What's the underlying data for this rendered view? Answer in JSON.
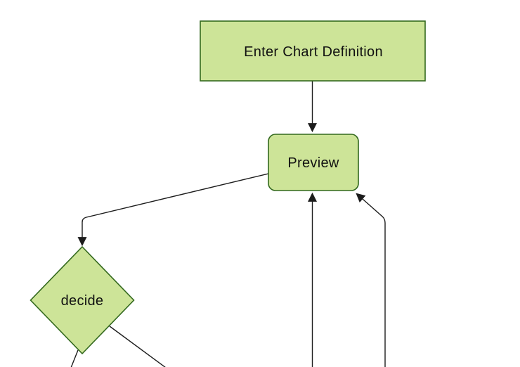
{
  "diagram": {
    "type": "flowchart",
    "direction": "top-down",
    "nodes": [
      {
        "id": "A",
        "label": "Enter Chart Definition",
        "shape": "rectangle"
      },
      {
        "id": "B",
        "label": "Preview",
        "shape": "rounded-rectangle"
      },
      {
        "id": "C",
        "label": "decide",
        "shape": "diamond"
      }
    ],
    "edges": [
      {
        "from": "Enter Chart Definition",
        "to": "Preview",
        "arrow": true
      },
      {
        "from": "Preview",
        "to": "decide",
        "arrow": true
      },
      {
        "from": "offscreen-bottom",
        "to": "Preview",
        "arrow": true
      },
      {
        "from": "offscreen-bottom-right",
        "to": "Preview",
        "arrow": true
      },
      {
        "from": "decide",
        "to": "offscreen-bottom-left",
        "arrow": false
      },
      {
        "from": "decide",
        "to": "offscreen-bottom-right",
        "arrow": false
      }
    ],
    "style": {
      "background": "#ffffff",
      "node_fill": "#cde498",
      "node_stroke": "#33691e",
      "edge_color": "#1c1c1c",
      "text_color": "#111111"
    }
  }
}
